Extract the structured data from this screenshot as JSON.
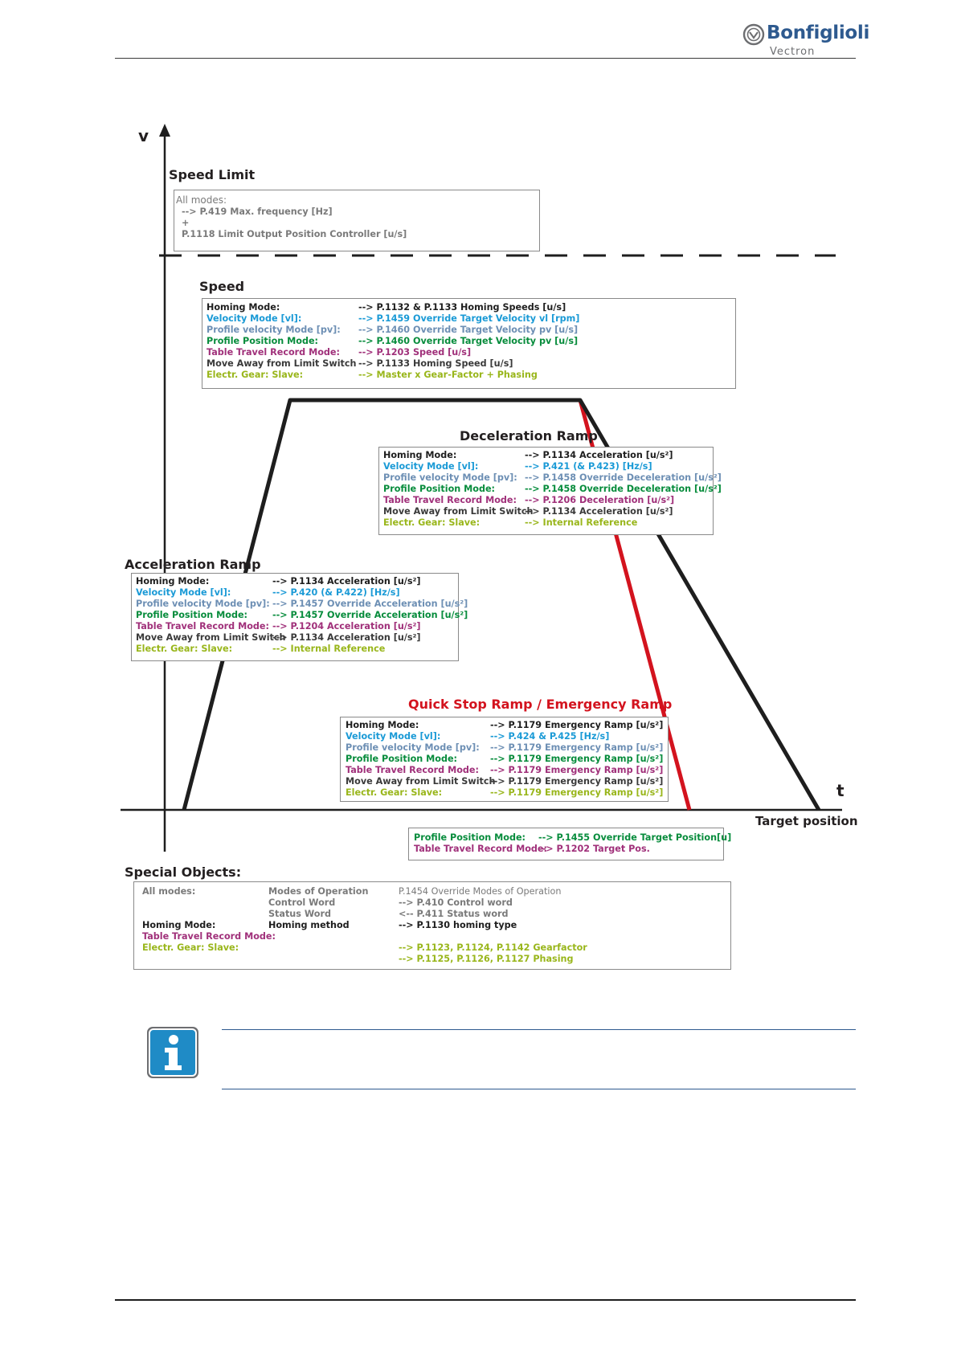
{
  "header": {
    "brand": "Bonfiglioli",
    "sub_brand": "Vectron"
  },
  "axes": {
    "y_label": "v",
    "x_label": "t",
    "x_end_label": "Target position"
  },
  "speed_limit": {
    "title": "Speed Limit",
    "lines": [
      "All modes:",
      "--> P.419 Max. frequency [Hz]",
      "+",
      "P.1118 Limit Output Position Controller [u/s]"
    ]
  },
  "speed": {
    "title": "Speed",
    "rows": [
      {
        "label": "Homing Mode:",
        "value": "--> P.1132 & P.1133 Homing Speeds [u/s]"
      },
      {
        "label": "Velocity Mode [vl]:",
        "value": "--> P.1459 Override Target Velocity vl [rpm]"
      },
      {
        "label": "Profile velocity Mode [pv]:",
        "value": "--> P.1460 Override Target Velocity pv [u/s]"
      },
      {
        "label": "Profile Position Mode:",
        "value": "--> P.1460 Override Target Velocity pv [u/s]"
      },
      {
        "label": "Table Travel Record Mode:",
        "value": "--> P.1203 Speed [u/s]"
      },
      {
        "label": "Move Away from Limit Switch",
        "value": "--> P.1133 Homing Speed [u/s]"
      },
      {
        "label": "Electr. Gear: Slave:",
        "value": "--> Master x Gear-Factor + Phasing"
      }
    ]
  },
  "deceleration": {
    "title": "Deceleration Ramp",
    "rows": [
      {
        "label": "Homing Mode:",
        "value": "--> P.1134 Acceleration [u/s²]"
      },
      {
        "label": "Velocity Mode [vl]:",
        "value": "--> P.421 (& P.423) [Hz/s]"
      },
      {
        "label": "Profile velocity Mode [pv]:",
        "value": "--> P.1458 Override Deceleration [u/s²]"
      },
      {
        "label": "Profile Position Mode:",
        "value": "--> P.1458 Override Deceleration [u/s²]"
      },
      {
        "label": "Table Travel Record Mode:",
        "value": "--> P.1206 Deceleration [u/s²]"
      },
      {
        "label": "Move Away from Limit Switch",
        "value": "--> P.1134 Acceleration [u/s²]"
      },
      {
        "label": "Electr. Gear: Slave:",
        "value": "--> Internal Reference"
      }
    ]
  },
  "acceleration": {
    "title": "Acceleration Ramp",
    "rows": [
      {
        "label": "Homing Mode:",
        "value": "--> P.1134 Acceleration [u/s²]"
      },
      {
        "label": "Velocity Mode [vl]:",
        "value": "--> P.420 (& P.422) [Hz/s]"
      },
      {
        "label": "Profile velocity Mode [pv]:",
        "value": "--> P.1457 Override Acceleration [u/s²]"
      },
      {
        "label": "Profile Position Mode:",
        "value": "--> P.1457 Override Acceleration [u/s²]"
      },
      {
        "label": "Table Travel Record Mode:",
        "value": "--> P.1204 Acceleration [u/s²]"
      },
      {
        "label": "Move Away from Limit Switch",
        "value": "--> P.1134 Acceleration [u/s²]"
      },
      {
        "label": "Electr. Gear: Slave:",
        "value": "--> Internal Reference"
      }
    ]
  },
  "quickstop": {
    "title": "Quick Stop Ramp / Emergency Ramp",
    "rows": [
      {
        "label": "Homing Mode:",
        "value": "--> P.1179 Emergency Ramp [u/s²]"
      },
      {
        "label": "Velocity Mode [vl]:",
        "value": "--> P.424 & P.425 [Hz/s]"
      },
      {
        "label": "Profile velocity Mode [pv]:",
        "value": "--> P.1179 Emergency Ramp [u/s²]"
      },
      {
        "label": "Profile Position Mode:",
        "value": "--> P.1179 Emergency Ramp [u/s²]"
      },
      {
        "label": "Table Travel Record Mode:",
        "value": "--> P.1179 Emergency Ramp [u/s²]"
      },
      {
        "label": "Move Away from Limit Switch",
        "value": "--> P.1179 Emergency Ramp [u/s²]"
      },
      {
        "label": "Electr. Gear: Slave:",
        "value": "--> P.1179 Emergency Ramp [u/s²]"
      }
    ]
  },
  "target": {
    "rows": [
      {
        "label": "Profile Position Mode:",
        "value": "--> P.1455 Override Target Position[u]"
      },
      {
        "label": "Table Travel Record Mode:",
        "value": "--> P.1202 Target Pos."
      }
    ]
  },
  "special": {
    "title": "Special Objects:",
    "all_modes_label": "All modes:",
    "objects": [
      "Modes of Operation",
      "Control Word",
      "Status Word"
    ],
    "params": [
      "P.1454 Override Modes of Operation",
      "--> P.410 Control word",
      "<-- P.411 Status word"
    ],
    "homing_label": "Homing Mode:",
    "homing_object": "Homing method",
    "homing_param": "--> P.1130 homing type",
    "table_label": "Table Travel Record Mode:",
    "gear_label": "Electr. Gear: Slave:",
    "gear_params": [
      "--> P.1123, P.1124, P.1142 Gearfactor",
      "--> P.1125, P.1126, P.1127 Phasing"
    ]
  },
  "colors": {
    "homing": "#1e1e1e",
    "velocity": "#1a9ad6",
    "profile_velocity": "#6d8fb4",
    "profile_position": "#078c3c",
    "table_travel": "#a0307a",
    "move_away": "#3a3a3a",
    "electr_gear": "#99b61b",
    "quick_stop": "#d3131e"
  },
  "info_icon": "info-icon"
}
